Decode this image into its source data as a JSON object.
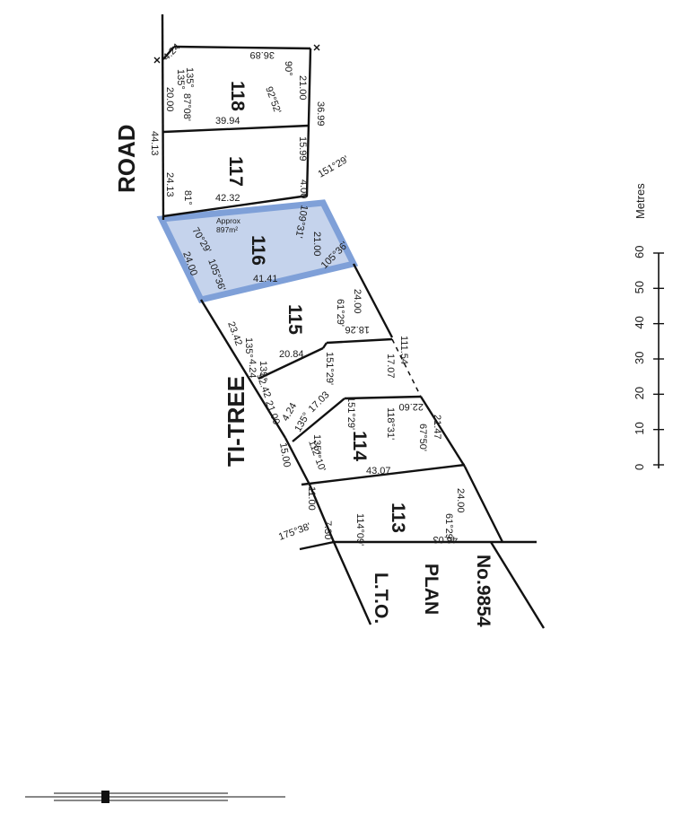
{
  "road_labels": {
    "road": "ROAD",
    "ti_tree": "TI-TREE"
  },
  "plan_label": {
    "line1": "L.T.O.",
    "line2": "PLAN",
    "line3": "No.9854"
  },
  "lots": {
    "l118": "118",
    "l117": "117",
    "l116": "116",
    "l115": "115",
    "l114": "114",
    "l113": "113"
  },
  "highlight": {
    "color": "#7fa0d8",
    "area_line1": "Approx",
    "area_line2": "897m²"
  },
  "dimensions": {
    "d3689": "36.89",
    "d90": "90°",
    "d2100a": "21.00",
    "d3699": "36.99",
    "d9252": "92°52'",
    "d424a": "4.24",
    "d135a": "135°",
    "d135b": "135°",
    "d2000a": "20.00",
    "d8708": "87°08'",
    "d3994": "39.94",
    "d4413": "44.13",
    "d2413": "24.13",
    "d81": "81°",
    "d1599": "15.99",
    "d400": "4.00",
    "d15129a": "151°29'",
    "d4232": "42.32",
    "d7029": "70°29'",
    "d2400a": "24.00",
    "d10936": "105°36'",
    "d10931": "109°31'",
    "d2100b": "21.00",
    "d4141": "41.41",
    "d10536b": "105°36'",
    "d2400b": "24.00",
    "d6129a": "61°29'",
    "d1826": "18.26",
    "d2342": "23.42",
    "d135c": "135°",
    "d424b": "4.24",
    "d135d": "135°",
    "d2084": "20.84",
    "d15129b": "151°29'",
    "d11154": "111.54",
    "d1707": "17.07",
    "d9242": "92.42",
    "d2100c": "21.00",
    "d1703": "17.03",
    "d2260": "22.60",
    "d15129c": "151°29'",
    "d11831": "118°31'",
    "d424c": "4.24",
    "d135e": "135°",
    "d135f": "135°",
    "d1500": "15.00",
    "d11210": "112°10'",
    "d6750": "67°50'",
    "d2147": "21.47",
    "d4307": "43.07",
    "d1100": "11.00",
    "d17538": "175°38'",
    "d730": "7.30",
    "d11409": "114°09'",
    "d4603": "46.03",
    "d6129b": "61°29'",
    "d2400c": "24.00"
  },
  "scale": {
    "unit": "Metres",
    "ticks": [
      "0",
      "10",
      "20",
      "30",
      "40",
      "50",
      "60"
    ]
  }
}
